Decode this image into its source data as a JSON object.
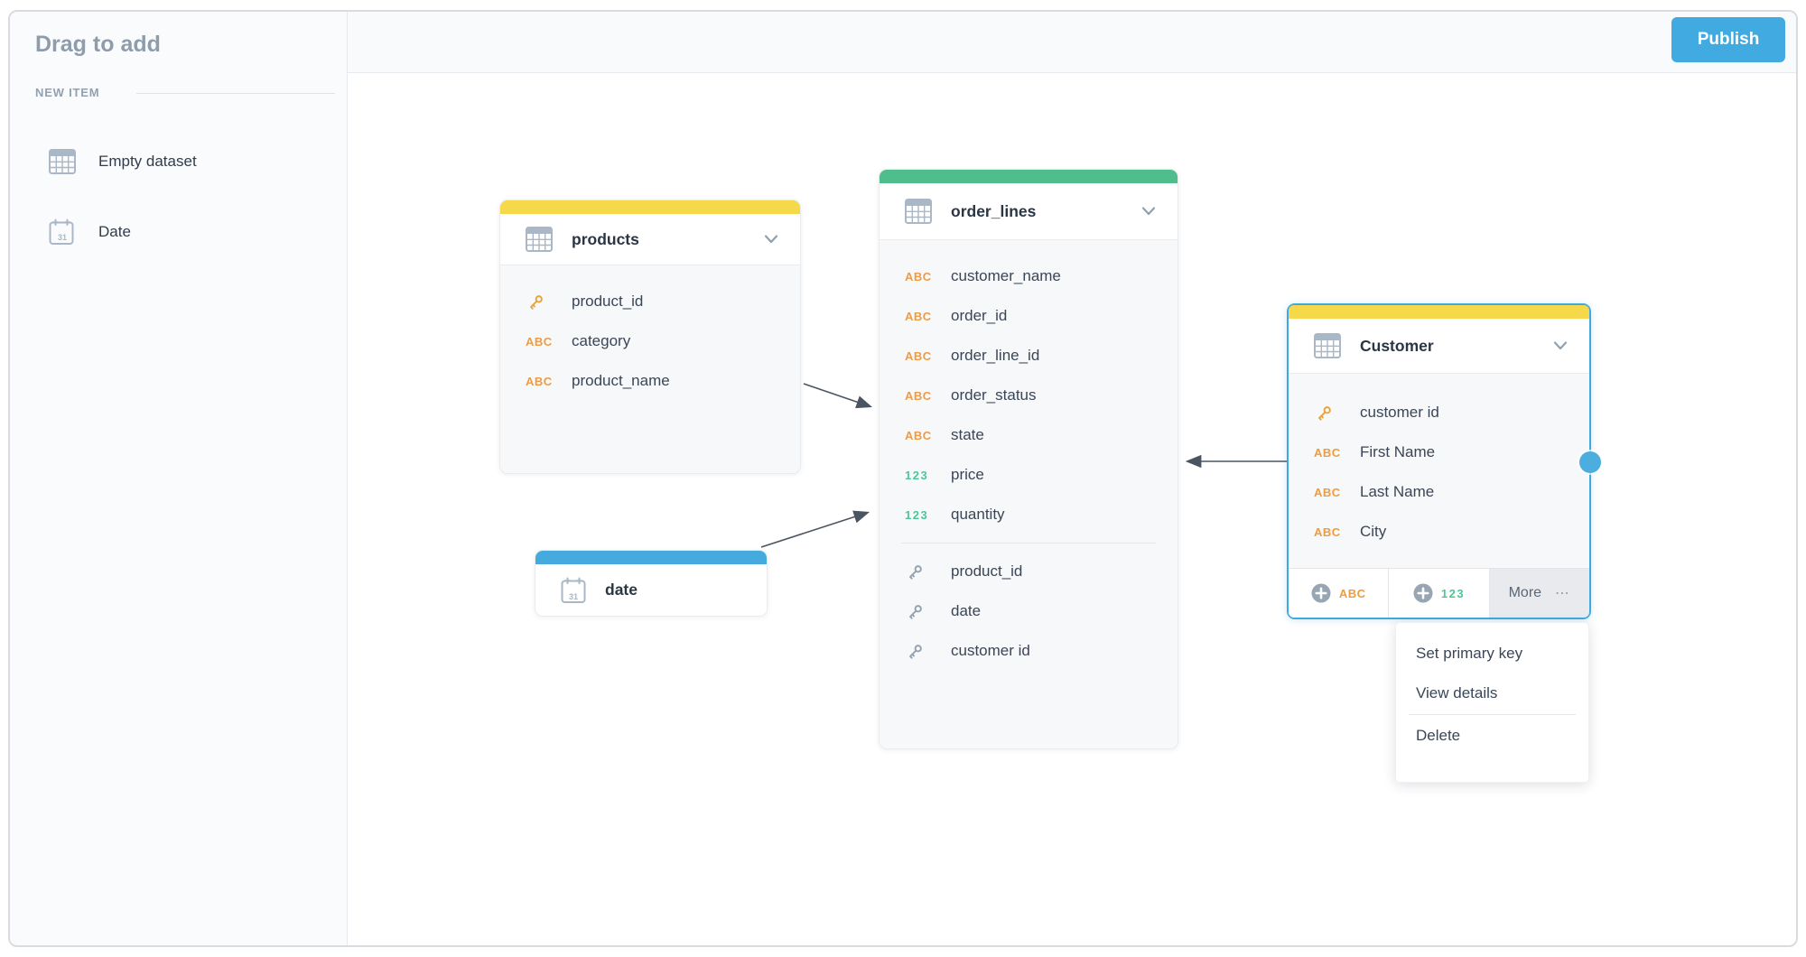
{
  "sidebar": {
    "title": "Drag to add",
    "section_label": "NEW ITEM",
    "items": [
      {
        "label": "Empty dataset",
        "icon": "table-grid-icon"
      },
      {
        "label": "Date",
        "icon": "calendar-icon"
      }
    ]
  },
  "topbar": {
    "publish_label": "Publish"
  },
  "badges": {
    "abc": "ABC",
    "num": "123"
  },
  "icons": {
    "calendar_day": "31"
  },
  "tables": {
    "products": {
      "title": "products",
      "accent_color": "#F6D84B",
      "fields": [
        {
          "label": "product_id",
          "type": "primary-key"
        },
        {
          "label": "category",
          "type": "text"
        },
        {
          "label": "product_name",
          "type": "text"
        }
      ]
    },
    "order_lines": {
      "title": "order_lines",
      "accent_color": "#50BE8C",
      "fields": [
        {
          "label": "customer_name",
          "type": "text"
        },
        {
          "label": "order_id",
          "type": "text"
        },
        {
          "label": "order_line_id",
          "type": "text"
        },
        {
          "label": "order_status",
          "type": "text"
        },
        {
          "label": "state",
          "type": "text"
        },
        {
          "label": "price",
          "type": "number"
        },
        {
          "label": "quantity",
          "type": "number"
        }
      ],
      "key_fields": [
        {
          "label": "product_id",
          "type": "foreign-key"
        },
        {
          "label": "date",
          "type": "foreign-key"
        },
        {
          "label": "customer id",
          "type": "foreign-key"
        }
      ]
    },
    "customer": {
      "title": "Customer",
      "accent_color": "#F6D84B",
      "selected": true,
      "fields": [
        {
          "label": "customer id",
          "type": "primary-key"
        },
        {
          "label": "First Name",
          "type": "text"
        },
        {
          "label": "Last Name",
          "type": "text"
        },
        {
          "label": "City",
          "type": "text"
        }
      ],
      "footer": {
        "add_text_label": "ABC",
        "add_number_label": "123",
        "more_label": "More",
        "more_dots": "⋯"
      }
    },
    "date": {
      "title": "date",
      "accent_color": "#45ABDF",
      "collapsed": true
    }
  },
  "context_menu": {
    "items": [
      {
        "label": "Set primary key"
      },
      {
        "label": "View details"
      },
      {
        "label": "Delete"
      }
    ]
  },
  "connections": [
    {
      "from": "products",
      "to": "order_lines"
    },
    {
      "from": "date",
      "to": "order_lines"
    },
    {
      "from": "Customer",
      "to": "order_lines"
    }
  ],
  "colors": {
    "accent_yellow": "#F6D84B",
    "accent_green": "#50BE8C",
    "accent_blue": "#45ABDF",
    "publish_blue": "#41ABE1",
    "abc_orange": "#EE9C44",
    "num_green": "#4EC695",
    "key_orange": "#E8A23C",
    "key_gray": "#93A1B0",
    "selection_blue": "#3FA9DE",
    "arrow_gray": "#4A5561"
  }
}
